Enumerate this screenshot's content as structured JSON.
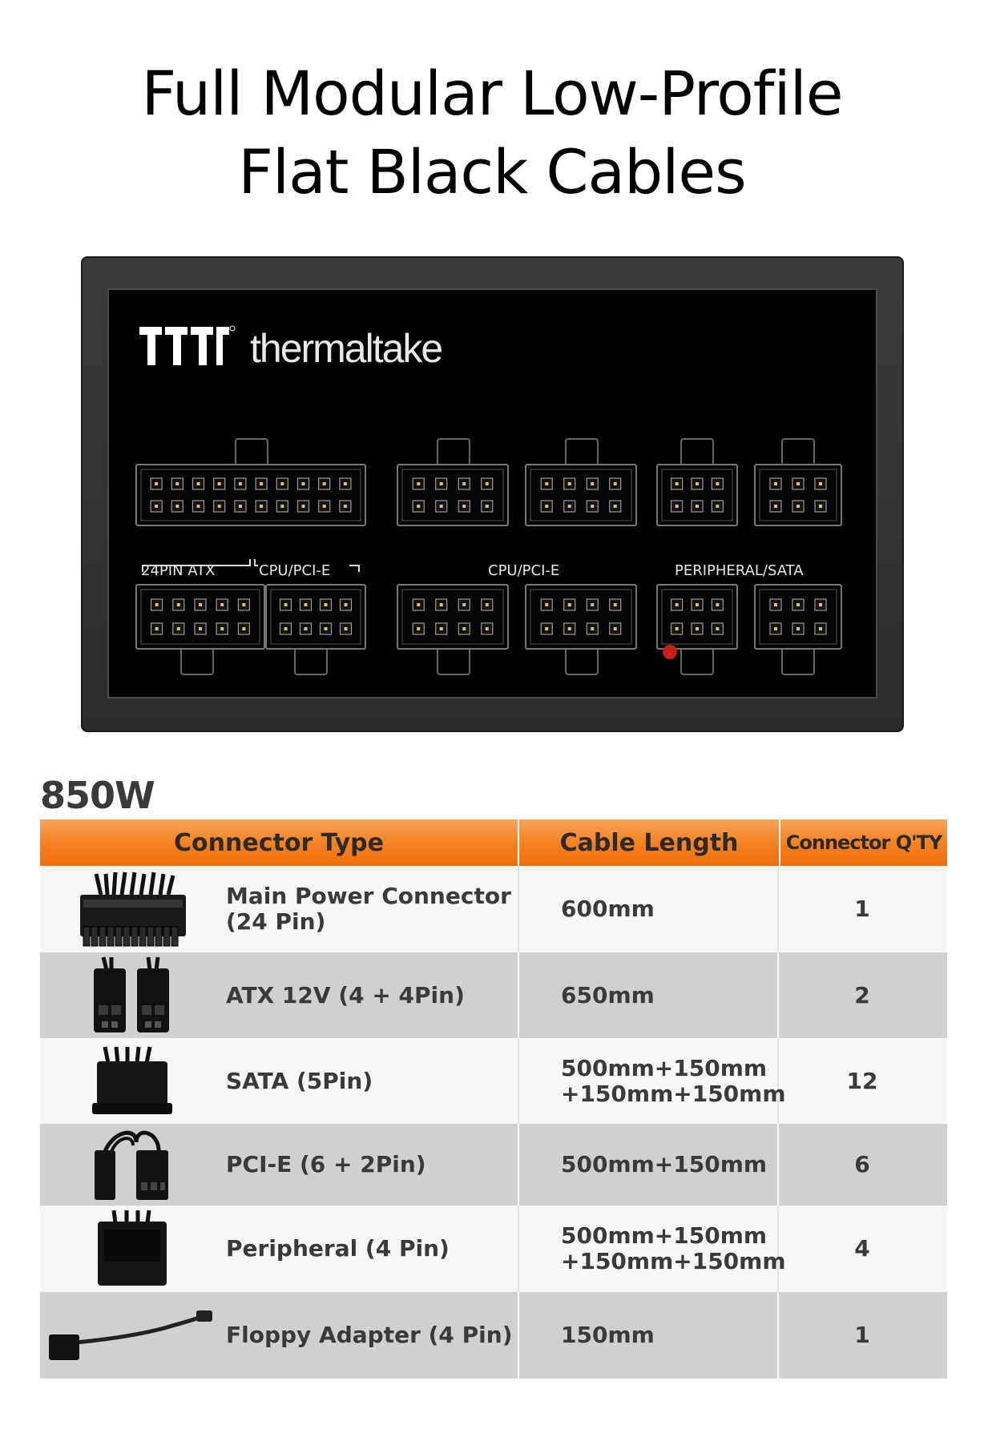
{
  "headline": {
    "line1": "Full Modular Low-Profile",
    "line2": "Flat Black Cables"
  },
  "psu_panel": {
    "brand": "thermaltake",
    "labels": {
      "atx24": "24PIN ATX",
      "cpu_pcie_left": "CPU/PCI-E",
      "cpu_pcie_mid": "CPU/PCI-E",
      "peripheral_sata": "PERIPHERAL/SATA"
    }
  },
  "table": {
    "wattage": "850W",
    "headers": {
      "connector_type": "Connector Type",
      "cable_length": "Cable Length",
      "connector_qty": "Connector Q'TY"
    },
    "rows": [
      {
        "type": [
          "Main Power Connector",
          "(24 Pin)"
        ],
        "length": [
          "600mm"
        ],
        "qty": "1",
        "icon": "atx-24pin-connector-icon"
      },
      {
        "type": [
          "ATX 12V (4 + 4Pin)"
        ],
        "length": [
          "650mm"
        ],
        "qty": "2",
        "icon": "atx-12v-connector-icon"
      },
      {
        "type": [
          "SATA (5Pin)"
        ],
        "length": [
          "500mm+150mm",
          "+150mm+150mm"
        ],
        "qty": "12",
        "icon": "sata-connector-icon"
      },
      {
        "type": [
          "PCI-E (6 + 2Pin)"
        ],
        "length": [
          "500mm+150mm"
        ],
        "qty": "6",
        "icon": "pcie-connector-icon"
      },
      {
        "type": [
          "Peripheral (4 Pin)"
        ],
        "length": [
          "500mm+150mm",
          "+150mm+150mm"
        ],
        "qty": "4",
        "icon": "molex-connector-icon"
      },
      {
        "type": [
          "Floppy Adapter (4 Pin)"
        ],
        "length": [
          "150mm"
        ],
        "qty": "1",
        "icon": "floppy-adapter-icon"
      }
    ]
  },
  "colors": {
    "header_orange": "#f57f1f",
    "row_gray": "#d0d0d0",
    "text_dark": "#3a3a3a"
  }
}
